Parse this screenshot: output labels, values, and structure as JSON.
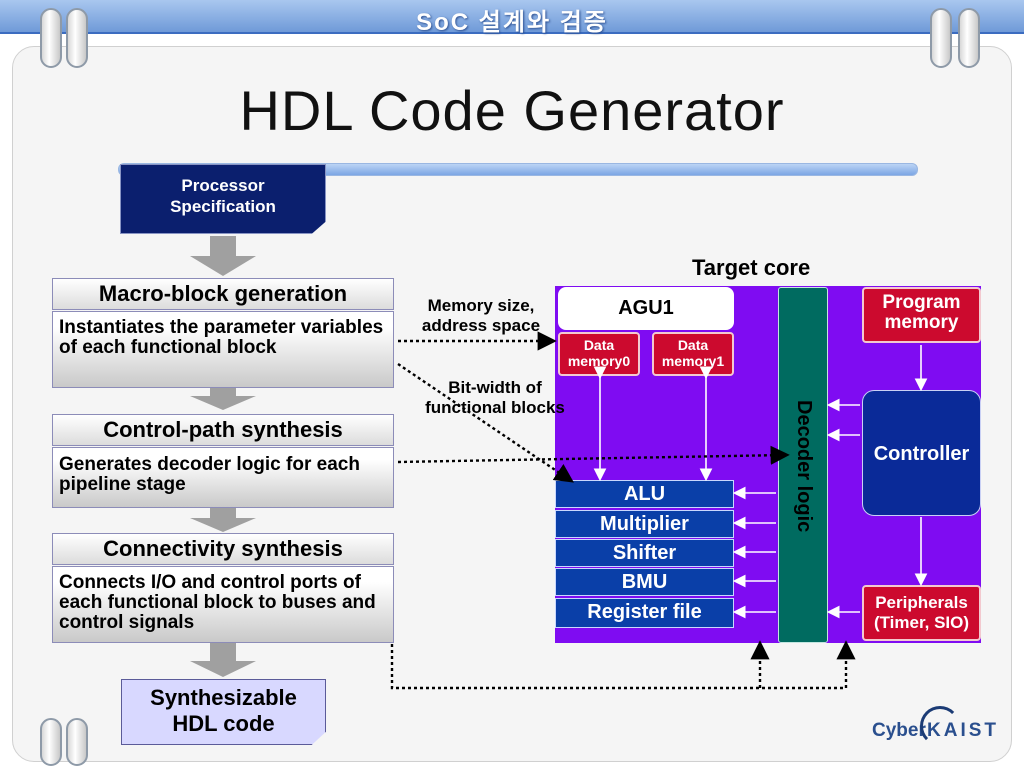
{
  "header": {
    "title": "SoC 설계와 검증"
  },
  "slide": {
    "title": "HDL Code Generator"
  },
  "flow": {
    "spec_line1": "Processor",
    "spec_line2": "Specification",
    "steps": [
      {
        "title": "Macro-block generation",
        "body": "Instantiates the parameter variables of each functional block"
      },
      {
        "title": "Control-path synthesis",
        "body": "Generates decoder logic for each pipeline stage"
      },
      {
        "title": "Connectivity synthesis",
        "body": "Connects I/O and control ports of each functional block to buses and control signals"
      }
    ],
    "output_line1": "Synthesizable",
    "output_line2": "HDL code"
  },
  "callouts": {
    "memory_line1": "Memory size,",
    "memory_line2": "address space",
    "bitwidth_line1": "Bit-width of",
    "bitwidth_line2": "functional blocks"
  },
  "core": {
    "label": "Target core",
    "agu": "AGU1",
    "data_memory0_line1": "Data",
    "data_memory0_line2": "memory0",
    "data_memory1_line1": "Data",
    "data_memory1_line2": "memory1",
    "program_memory_line1": "Program",
    "program_memory_line2": "memory",
    "decoder": "Decoder logic",
    "controller": "Controller",
    "peripherals_line1": "Peripherals",
    "peripherals_line2": "(Timer, SIO)",
    "functional_units": [
      "ALU",
      "Multiplier",
      "Shifter",
      "BMU",
      "Register file"
    ]
  },
  "logo": {
    "part1": "Cyber",
    "part2": "KAIST"
  },
  "colors": {
    "core_background": "#7f0cf2",
    "spec_box": "#0b1f6e",
    "functional_unit": "#0a3fa8",
    "decoder": "#006b60",
    "memory_red": "#cc0a2e",
    "controller": "#0a2a98"
  }
}
